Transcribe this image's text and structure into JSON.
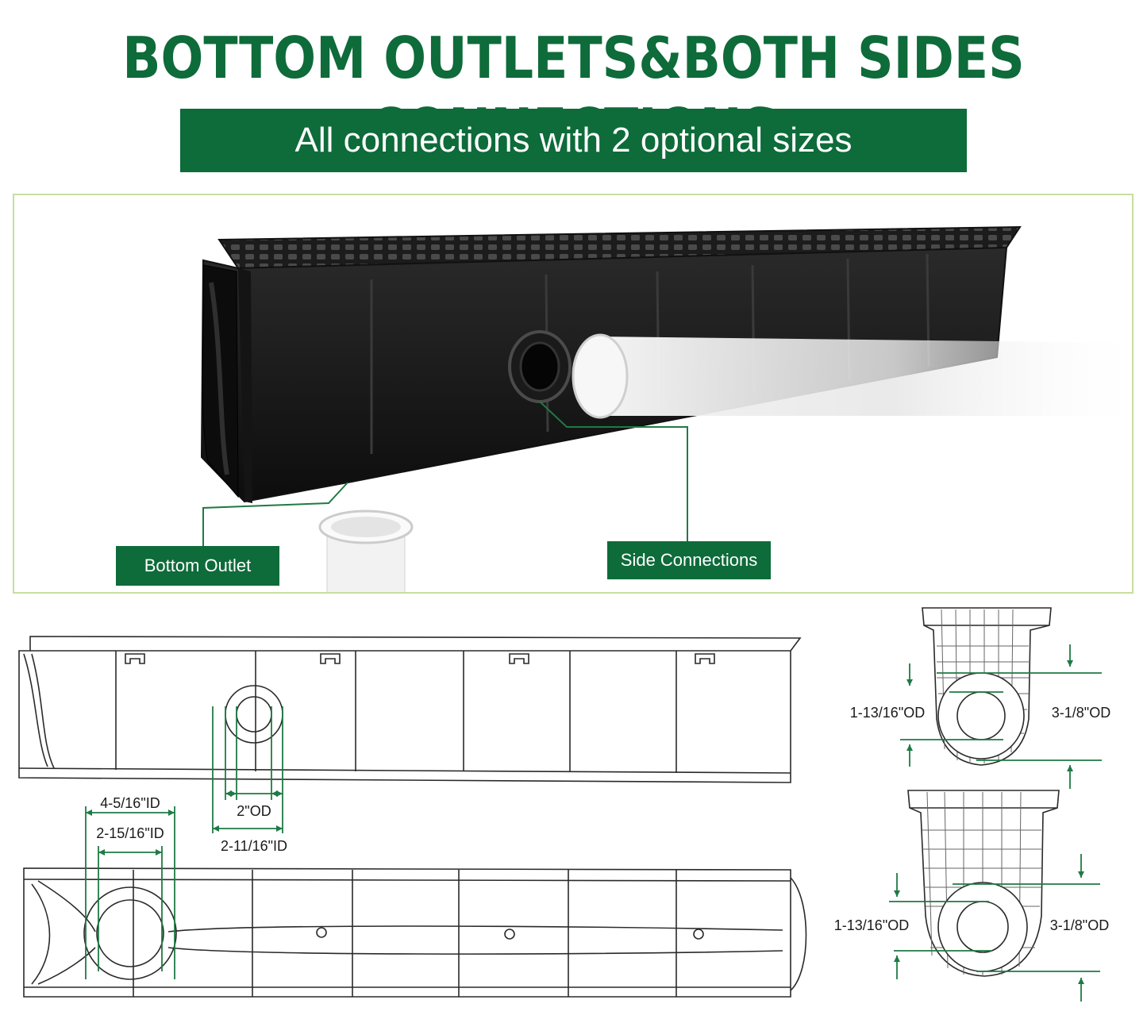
{
  "headline": "BOTTOM OUTLETS&BOTH SIDES CONNECTIONS",
  "subtitle": "All connections with 2 optional sizes",
  "callouts": {
    "bottom_outlet": "Bottom Outlet",
    "side_connections": "Side Connections"
  },
  "dimensions": {
    "side_od": "2\"OD",
    "side_id": "2-11/16\"ID",
    "bottom_id_large": "4-5/16\"ID",
    "bottom_id_small": "2-15/16\"ID",
    "end_small_od_top": "1-13/16\"OD",
    "end_large_od_top": "3-1/8\"OD",
    "end_small_od_bottom": "1-13/16\"OD",
    "end_large_od_bottom": "3-1/8\"OD"
  },
  "colors": {
    "brand_green": "#0e6b3a",
    "frame_border": "#c7de9f",
    "dim_line": "#1f7a45"
  }
}
